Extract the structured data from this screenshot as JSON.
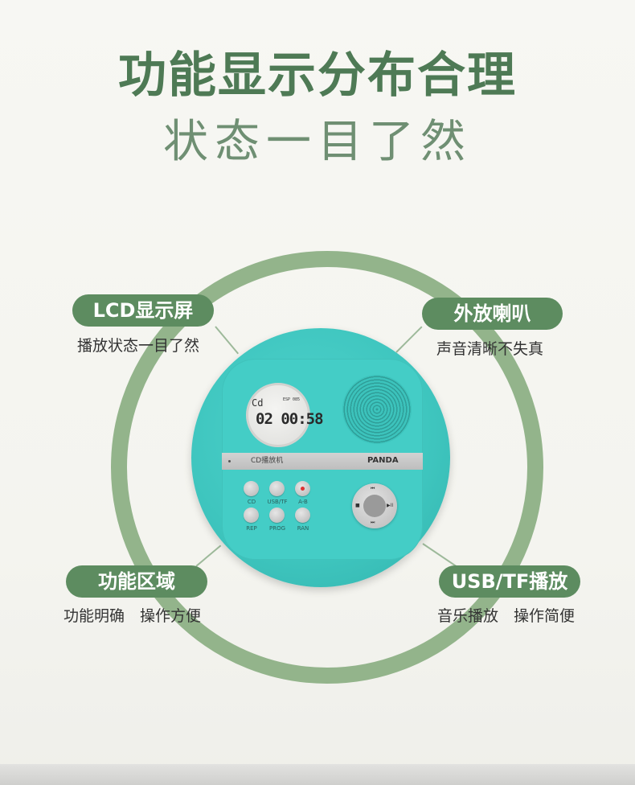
{
  "headline": {
    "title": "功能显示分布合理",
    "subtitle": "状态一目了然"
  },
  "features": [
    {
      "label": "LCD显示屏",
      "caption": "播放状态一目了然"
    },
    {
      "label": "外放喇叭",
      "caption": "声音清晰不失真"
    },
    {
      "label": "功能区域",
      "caption": "功能明确　操作方便"
    },
    {
      "label": "USB/TF播放",
      "caption": "音乐播放　操作简便"
    }
  ],
  "device": {
    "lcd": {
      "mode": "Cd",
      "track_time": "02 00:58",
      "flags": "ESP 085"
    },
    "strip_label": "CD播放机",
    "brand": "PANDA",
    "buttons": [
      "CD",
      "USB/TF",
      "A-B",
      "REP",
      "PROG",
      "RAN"
    ],
    "dpad_symbols": [
      "⏮",
      "■",
      "▶II",
      "⏭"
    ]
  },
  "colors": {
    "title_green": "#4e7a55",
    "ring_green": "#93b48b",
    "pill_green": "#5d8c60",
    "device_teal": "#3ec5be"
  }
}
